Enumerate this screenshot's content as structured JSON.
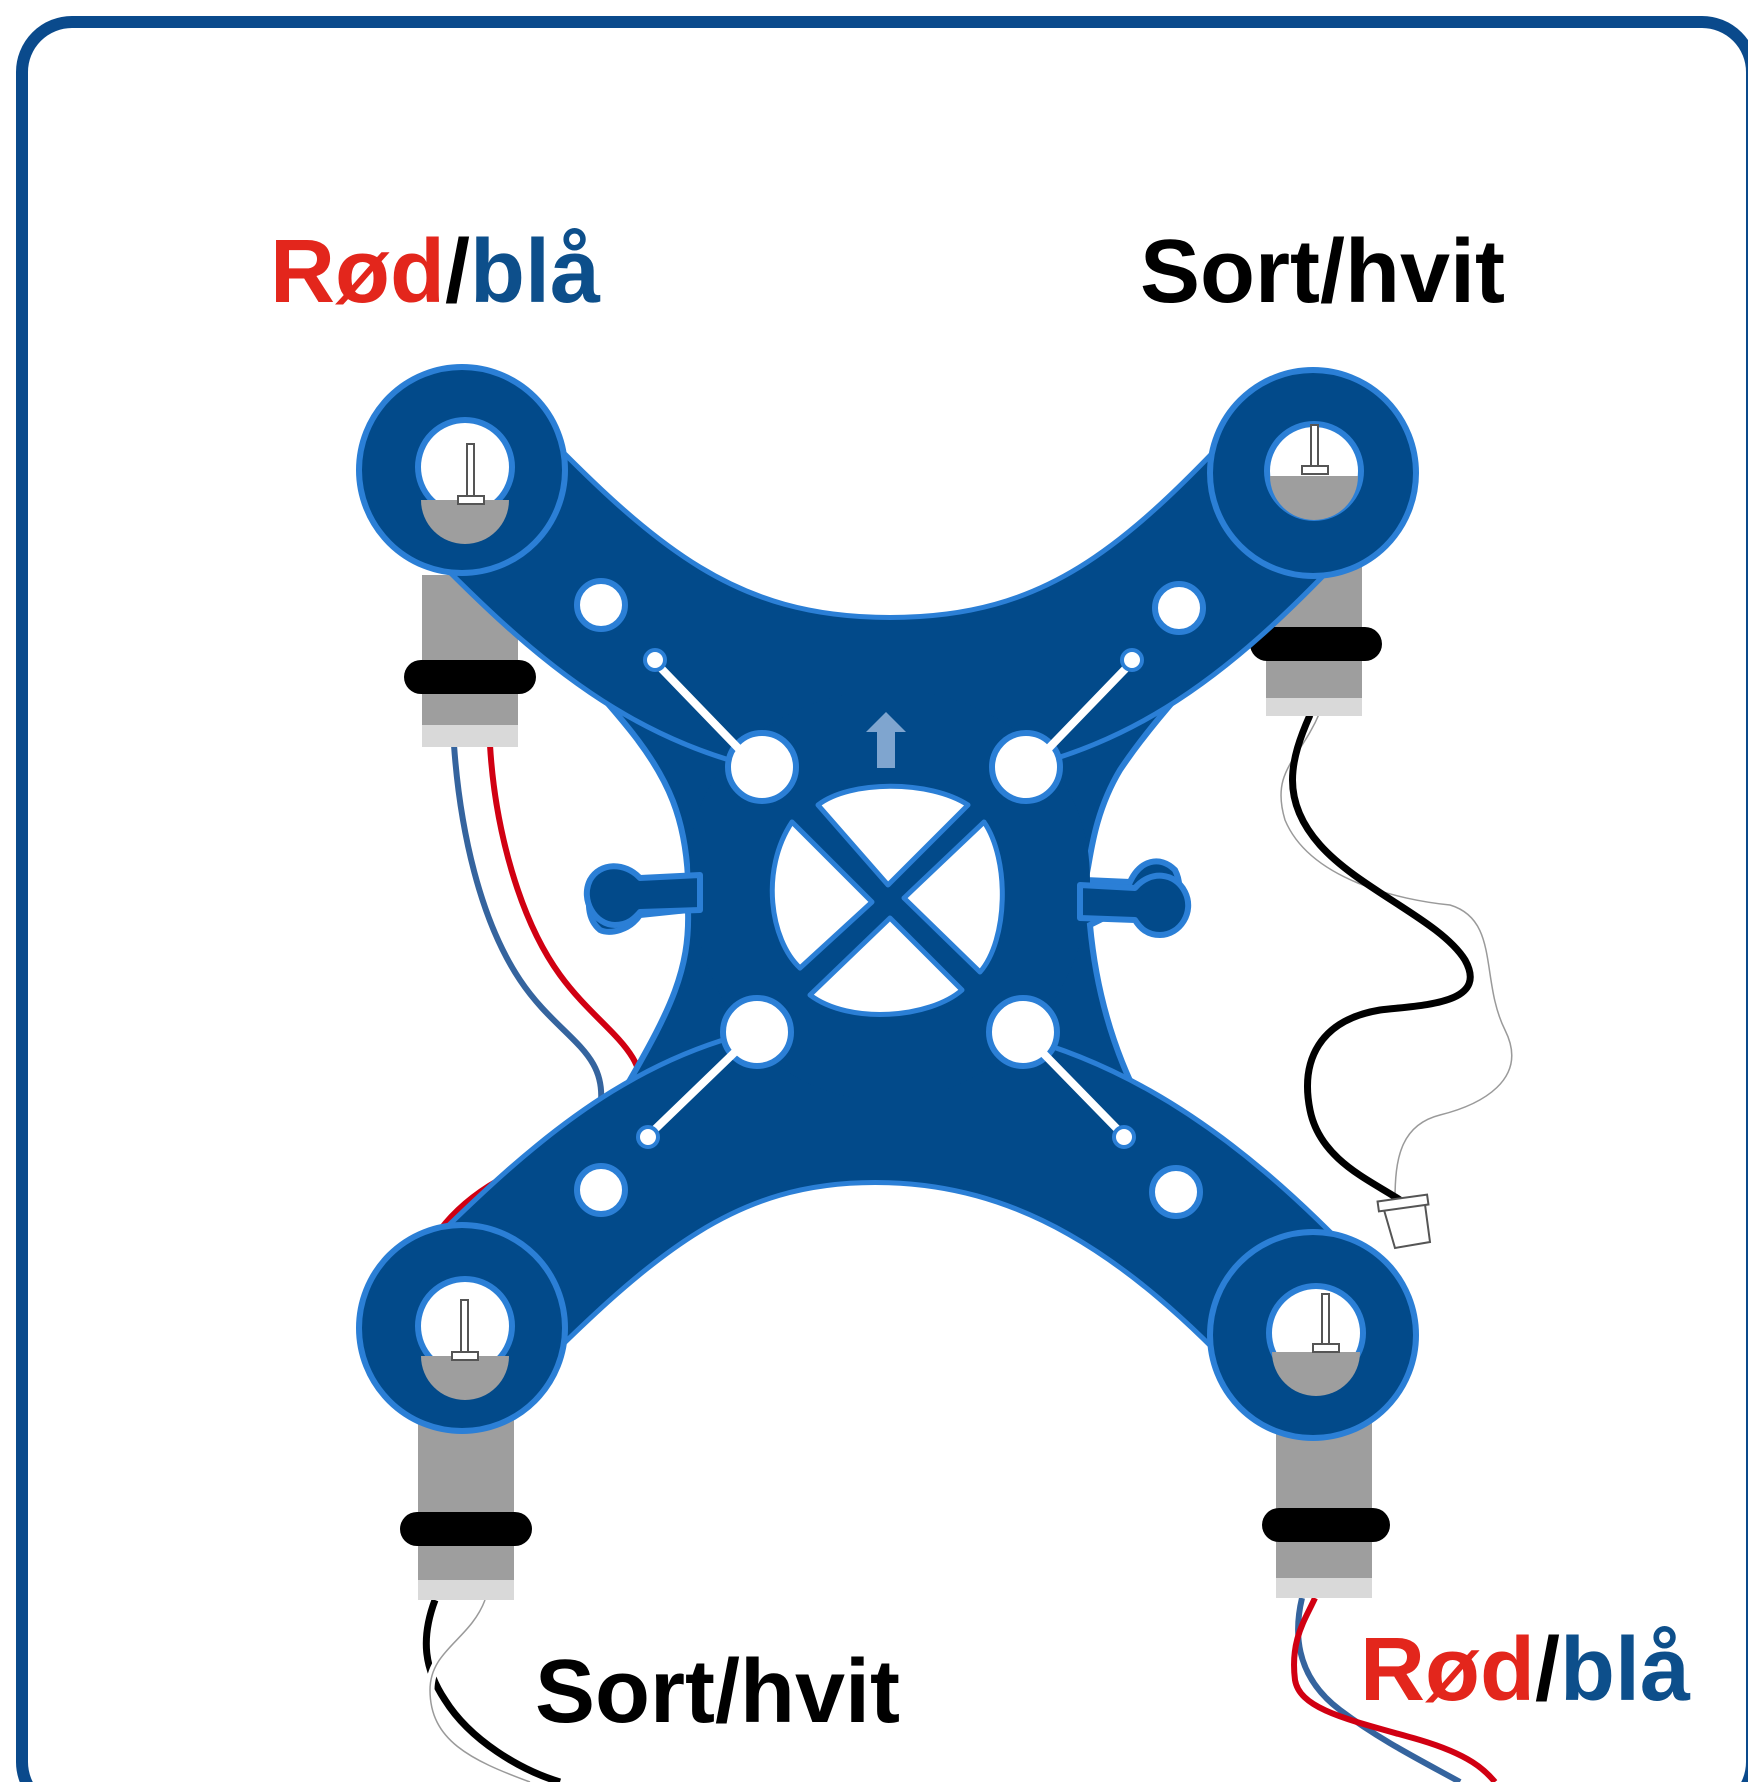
{
  "colors": {
    "frame_border": "#0a4a8c",
    "frame_fill": "#024a8a",
    "frame_outline": "#2b7fd6",
    "red": "#e3261c",
    "blue": "#0d4f8b",
    "black": "#000000",
    "motor_gray": "#9e9e9e",
    "wire_red": "#d10012",
    "wire_blue": "#35649e"
  },
  "labels": {
    "top_left": {
      "part1": "Rød",
      "sep": "/",
      "part2": "blå"
    },
    "top_right": "Sort/hvit",
    "bottom_left": "Sort/hvit",
    "bottom_right": {
      "part1": "Rød",
      "sep": "/",
      "part2": "blå"
    }
  },
  "icons": {
    "forward_arrow": "arrow-up-icon",
    "center": "x-cross-icon"
  }
}
